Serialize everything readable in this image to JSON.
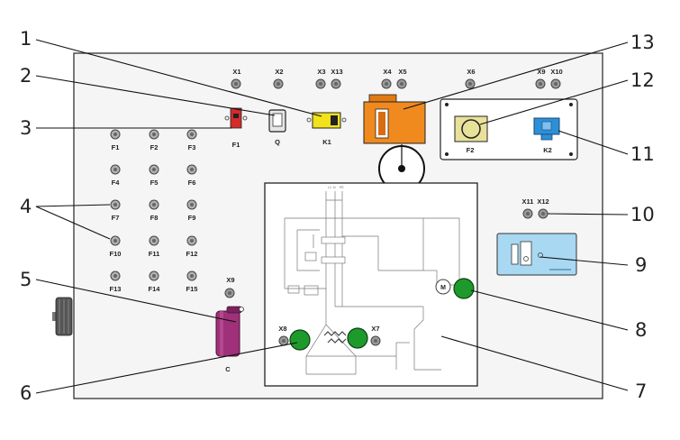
{
  "terminals": [
    {
      "id": "x1",
      "label": "X1"
    },
    {
      "id": "x2",
      "label": "X2"
    },
    {
      "id": "x3",
      "label": "X3"
    },
    {
      "id": "x13",
      "label": "X13"
    },
    {
      "id": "x4",
      "label": "X4"
    },
    {
      "id": "x5",
      "label": "X5"
    },
    {
      "id": "x6",
      "label": "X6"
    },
    {
      "id": "x9t",
      "label": "X9"
    },
    {
      "id": "x10",
      "label": "X10"
    },
    {
      "id": "x11",
      "label": "X11"
    },
    {
      "id": "x12",
      "label": "X12"
    },
    {
      "id": "x9",
      "label": "X9"
    },
    {
      "id": "x8",
      "label": "X8"
    },
    {
      "id": "x7",
      "label": "X7"
    }
  ],
  "fuses": [
    "F1",
    "F2",
    "F3",
    "F4",
    "F5",
    "F6",
    "F7",
    "F8",
    "F9",
    "F10",
    "F11",
    "F12",
    "F13",
    "F14",
    "F15"
  ],
  "components": {
    "f1_breaker": "F1",
    "q_switch": "Q",
    "k1_contactor": "K1",
    "f2_relay": "F2",
    "k2_relay": "K2",
    "capacitor": "C",
    "motor": "M"
  },
  "callouts": [
    "1",
    "2",
    "3",
    "4",
    "5",
    "6",
    "7",
    "8",
    "9",
    "10",
    "11",
    "12",
    "13"
  ],
  "colors": {
    "breaker": "#d42b2b",
    "contactor": "#f2e21b",
    "timer": "#f08a1e",
    "relay_k2": "#2e8fd4",
    "relay_f2": "#e7e19a",
    "capacitor": "#a0307a",
    "green_button": "#1e9a2c",
    "module_9": "#a9d8f2"
  }
}
